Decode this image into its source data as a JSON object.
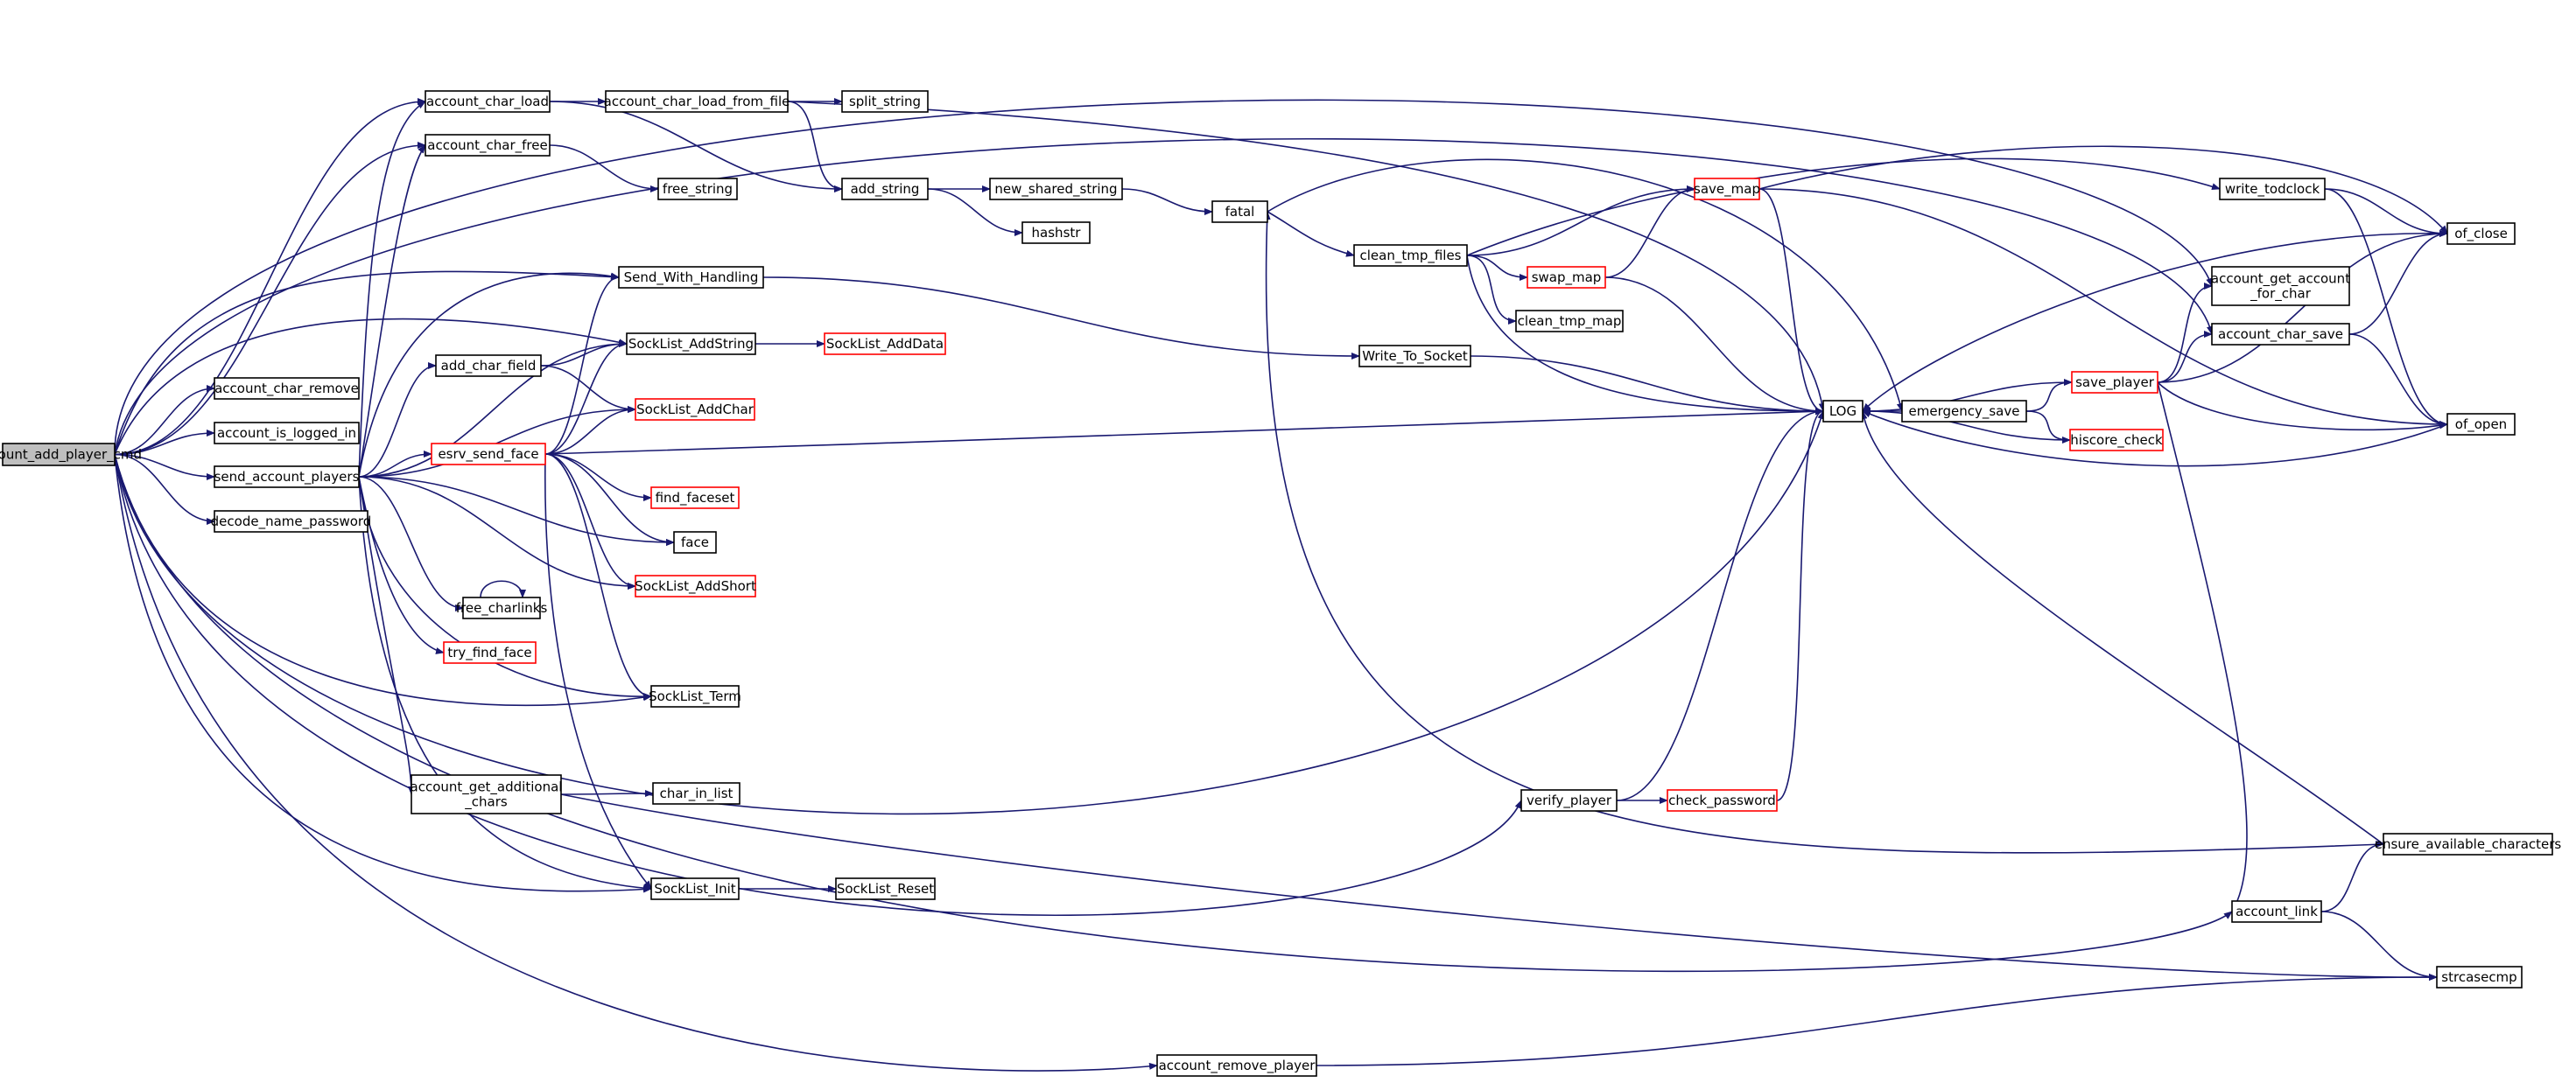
{
  "colors": {
    "edge": "#191970",
    "node_border": "#000000",
    "node_border_red": "#ff0000",
    "root_fill": "#bfbfbf",
    "node_fill": "#ffffff",
    "text": "#000000"
  },
  "nodes": [
    {
      "id": "account_add_player_cmd",
      "lines": [
        "account_add_player_cmd"
      ],
      "style": "root"
    },
    {
      "id": "account_char_load",
      "lines": [
        "account_char_load"
      ],
      "style": "black"
    },
    {
      "id": "account_char_free",
      "lines": [
        "account_char_free"
      ],
      "style": "black"
    },
    {
      "id": "account_char_remove",
      "lines": [
        "account_char_remove"
      ],
      "style": "black"
    },
    {
      "id": "account_is_logged_in",
      "lines": [
        "account_is_logged_in"
      ],
      "style": "black"
    },
    {
      "id": "send_account_players",
      "lines": [
        "send_account_players"
      ],
      "style": "black"
    },
    {
      "id": "decode_name_password",
      "lines": [
        "decode_name_password"
      ],
      "style": "black"
    },
    {
      "id": "account_char_load_from_file",
      "lines": [
        "account_char_load_from_file"
      ],
      "style": "black"
    },
    {
      "id": "split_string",
      "lines": [
        "split_string"
      ],
      "style": "black"
    },
    {
      "id": "free_string",
      "lines": [
        "free_string"
      ],
      "style": "black"
    },
    {
      "id": "add_string",
      "lines": [
        "add_string"
      ],
      "style": "black"
    },
    {
      "id": "new_shared_string",
      "lines": [
        "new_shared_string"
      ],
      "style": "black"
    },
    {
      "id": "hashstr",
      "lines": [
        "hashstr"
      ],
      "style": "black"
    },
    {
      "id": "fatal",
      "lines": [
        "fatal"
      ],
      "style": "black"
    },
    {
      "id": "clean_tmp_files",
      "lines": [
        "clean_tmp_files"
      ],
      "style": "black"
    },
    {
      "id": "save_map",
      "lines": [
        "save_map"
      ],
      "style": "red"
    },
    {
      "id": "swap_map",
      "lines": [
        "swap_map"
      ],
      "style": "red"
    },
    {
      "id": "clean_tmp_map",
      "lines": [
        "clean_tmp_map"
      ],
      "style": "black"
    },
    {
      "id": "write_todclock",
      "lines": [
        "write_todclock"
      ],
      "style": "black"
    },
    {
      "id": "of_close",
      "lines": [
        "of_close"
      ],
      "style": "black"
    },
    {
      "id": "account_get_account_for_char",
      "lines": [
        "account_get_account",
        "_for_char"
      ],
      "style": "black"
    },
    {
      "id": "account_char_save",
      "lines": [
        "account_char_save"
      ],
      "style": "black"
    },
    {
      "id": "save_player",
      "lines": [
        "save_player"
      ],
      "style": "red"
    },
    {
      "id": "of_open",
      "lines": [
        "of_open"
      ],
      "style": "black"
    },
    {
      "id": "emergency_save",
      "lines": [
        "emergency_save"
      ],
      "style": "black"
    },
    {
      "id": "hiscore_check",
      "lines": [
        "hiscore_check"
      ],
      "style": "red"
    },
    {
      "id": "LOG",
      "lines": [
        "LOG"
      ],
      "style": "black"
    },
    {
      "id": "Send_With_Handling",
      "lines": [
        "Send_With_Handling"
      ],
      "style": "black"
    },
    {
      "id": "SockList_AddString",
      "lines": [
        "SockList_AddString"
      ],
      "style": "black"
    },
    {
      "id": "SockList_AddData",
      "lines": [
        "SockList_AddData"
      ],
      "style": "red"
    },
    {
      "id": "Write_To_Socket",
      "lines": [
        "Write_To_Socket"
      ],
      "style": "black"
    },
    {
      "id": "add_char_field",
      "lines": [
        "add_char_field"
      ],
      "style": "black"
    },
    {
      "id": "SockList_AddChar",
      "lines": [
        "SockList_AddChar"
      ],
      "style": "red"
    },
    {
      "id": "esrv_send_face",
      "lines": [
        "esrv_send_face"
      ],
      "style": "red"
    },
    {
      "id": "find_faceset",
      "lines": [
        "find_faceset"
      ],
      "style": "red"
    },
    {
      "id": "face",
      "lines": [
        "face"
      ],
      "style": "black"
    },
    {
      "id": "SockList_AddShort",
      "lines": [
        "SockList_AddShort"
      ],
      "style": "red"
    },
    {
      "id": "free_charlinks",
      "lines": [
        "free_charlinks"
      ],
      "style": "black"
    },
    {
      "id": "try_find_face",
      "lines": [
        "try_find_face"
      ],
      "style": "red"
    },
    {
      "id": "SockList_Term",
      "lines": [
        "SockList_Term"
      ],
      "style": "black"
    },
    {
      "id": "account_get_additional_chars",
      "lines": [
        "account_get_additional",
        "_chars"
      ],
      "style": "black"
    },
    {
      "id": "char_in_list",
      "lines": [
        "char_in_list"
      ],
      "style": "black"
    },
    {
      "id": "SockList_Init",
      "lines": [
        "SockList_Init"
      ],
      "style": "black"
    },
    {
      "id": "SockList_Reset",
      "lines": [
        "SockList_Reset"
      ],
      "style": "black"
    },
    {
      "id": "verify_player",
      "lines": [
        "verify_player"
      ],
      "style": "black"
    },
    {
      "id": "check_password",
      "lines": [
        "check_password"
      ],
      "style": "red"
    },
    {
      "id": "ensure_available_characters",
      "lines": [
        "ensure_available_characters"
      ],
      "style": "black"
    },
    {
      "id": "account_link",
      "lines": [
        "account_link"
      ],
      "style": "black"
    },
    {
      "id": "strcasecmp",
      "lines": [
        "strcasecmp"
      ],
      "style": "black"
    },
    {
      "id": "account_remove_player",
      "lines": [
        "account_remove_player"
      ],
      "style": "black"
    }
  ],
  "edges": [
    [
      "account_add_player_cmd",
      "account_char_load"
    ],
    [
      "account_add_player_cmd",
      "account_char_free"
    ],
    [
      "account_add_player_cmd",
      "account_char_remove"
    ],
    [
      "account_add_player_cmd",
      "account_is_logged_in"
    ],
    [
      "account_add_player_cmd",
      "send_account_players"
    ],
    [
      "account_add_player_cmd",
      "decode_name_password"
    ],
    [
      "account_add_player_cmd",
      "Send_With_Handling"
    ],
    [
      "account_add_player_cmd",
      "SockList_AddString"
    ],
    [
      "account_add_player_cmd",
      "SockList_Term"
    ],
    [
      "account_add_player_cmd",
      "SockList_Init"
    ],
    [
      "account_add_player_cmd",
      "LOG"
    ],
    [
      "account_add_player_cmd",
      "verify_player"
    ],
    [
      "account_add_player_cmd",
      "account_link"
    ],
    [
      "account_add_player_cmd",
      "account_remove_player"
    ],
    [
      "account_add_player_cmd",
      "account_get_account_for_char"
    ],
    [
      "account_add_player_cmd",
      "account_char_save"
    ],
    [
      "account_char_load",
      "account_char_load_from_file"
    ],
    [
      "account_char_load",
      "add_string"
    ],
    [
      "account_char_load_from_file",
      "split_string"
    ],
    [
      "account_char_load_from_file",
      "add_string"
    ],
    [
      "account_char_load_from_file",
      "LOG"
    ],
    [
      "account_char_free",
      "free_string"
    ],
    [
      "add_string",
      "new_shared_string"
    ],
    [
      "add_string",
      "hashstr"
    ],
    [
      "new_shared_string",
      "fatal"
    ],
    [
      "fatal",
      "clean_tmp_files"
    ],
    [
      "fatal",
      "emergency_save"
    ],
    [
      "clean_tmp_files",
      "save_map"
    ],
    [
      "clean_tmp_files",
      "swap_map"
    ],
    [
      "clean_tmp_files",
      "clean_tmp_map"
    ],
    [
      "clean_tmp_files",
      "write_todclock"
    ],
    [
      "clean_tmp_files",
      "LOG"
    ],
    [
      "save_map",
      "LOG"
    ],
    [
      "save_map",
      "of_close"
    ],
    [
      "save_map",
      "of_open"
    ],
    [
      "swap_map",
      "save_map"
    ],
    [
      "swap_map",
      "LOG"
    ],
    [
      "write_todclock",
      "of_close"
    ],
    [
      "write_todclock",
      "of_open"
    ],
    [
      "emergency_save",
      "save_player"
    ],
    [
      "emergency_save",
      "hiscore_check"
    ],
    [
      "emergency_save",
      "LOG"
    ],
    [
      "save_player",
      "account_get_account_for_char"
    ],
    [
      "save_player",
      "account_char_save"
    ],
    [
      "save_player",
      "of_close"
    ],
    [
      "save_player",
      "of_open"
    ],
    [
      "save_player",
      "LOG"
    ],
    [
      "save_player",
      "account_link"
    ],
    [
      "account_char_save",
      "of_close"
    ],
    [
      "account_char_save",
      "of_open"
    ],
    [
      "hiscore_check",
      "LOG"
    ],
    [
      "of_close",
      "LOG"
    ],
    [
      "of_open",
      "LOG"
    ],
    [
      "send_account_players",
      "account_char_load"
    ],
    [
      "send_account_players",
      "account_char_free"
    ],
    [
      "send_account_players",
      "Send_With_Handling"
    ],
    [
      "send_account_players",
      "SockList_AddString"
    ],
    [
      "send_account_players",
      "add_char_field"
    ],
    [
      "send_account_players",
      "SockList_AddChar"
    ],
    [
      "send_account_players",
      "esrv_send_face"
    ],
    [
      "send_account_players",
      "face"
    ],
    [
      "send_account_players",
      "SockList_AddShort"
    ],
    [
      "send_account_players",
      "free_charlinks"
    ],
    [
      "send_account_players",
      "try_find_face"
    ],
    [
      "send_account_players",
      "SockList_Term"
    ],
    [
      "send_account_players",
      "account_get_additional_chars"
    ],
    [
      "send_account_players",
      "SockList_Init"
    ],
    [
      "Send_With_Handling",
      "Write_To_Socket"
    ],
    [
      "Write_To_Socket",
      "LOG"
    ],
    [
      "SockList_AddString",
      "SockList_AddData"
    ],
    [
      "add_char_field",
      "SockList_AddString"
    ],
    [
      "add_char_field",
      "SockList_AddChar"
    ],
    [
      "esrv_send_face",
      "Send_With_Handling"
    ],
    [
      "esrv_send_face",
      "SockList_AddString"
    ],
    [
      "esrv_send_face",
      "SockList_AddChar"
    ],
    [
      "esrv_send_face",
      "find_faceset"
    ],
    [
      "esrv_send_face",
      "face"
    ],
    [
      "esrv_send_face",
      "SockList_AddShort"
    ],
    [
      "esrv_send_face",
      "SockList_Term"
    ],
    [
      "esrv_send_face",
      "SockList_Init"
    ],
    [
      "esrv_send_face",
      "LOG"
    ],
    [
      "free_charlinks",
      "free_charlinks"
    ],
    [
      "account_get_additional_chars",
      "char_in_list"
    ],
    [
      "account_get_additional_chars",
      "strcasecmp"
    ],
    [
      "SockList_Init",
      "SockList_Reset"
    ],
    [
      "verify_player",
      "check_password"
    ],
    [
      "verify_player",
      "LOG"
    ],
    [
      "check_password",
      "LOG"
    ],
    [
      "ensure_available_characters",
      "fatal"
    ],
    [
      "ensure_available_characters",
      "LOG"
    ],
    [
      "account_link",
      "ensure_available_characters"
    ],
    [
      "account_link",
      "strcasecmp"
    ],
    [
      "account_remove_player",
      "strcasecmp"
    ]
  ]
}
